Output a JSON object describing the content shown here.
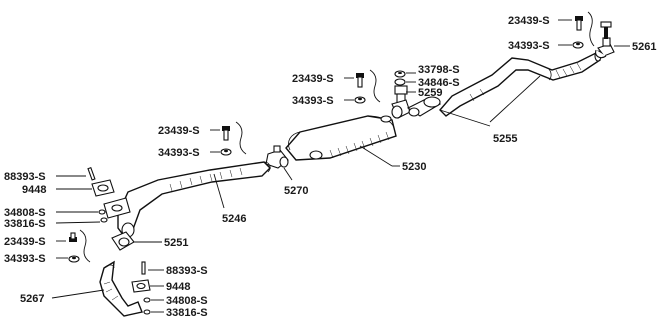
{
  "diagram": {
    "labels": {
      "upper_right_bolt": "23439-S",
      "upper_right_nut": "34393-S",
      "upper_right_clamp": "5261",
      "mid_washer_a": "33798-S",
      "mid_washer_b": "34846-S",
      "mid_bracket": "5259",
      "mid_bolt": "23439-S",
      "mid_nut": "34393-S",
      "tailpipe": "5255",
      "left_bolt": "23439-S",
      "left_nut": "34393-S",
      "muffler": "5230",
      "muffler_clamp": "5270",
      "front_stud": "88393-S",
      "front_gasket": "9448",
      "front_washer": "34808-S",
      "front_nut": "33816-S",
      "front_pipe": "5246",
      "lower_bolt": "23439-S",
      "lower_nut": "34393-S",
      "lower_clamp": "5251",
      "crossover_pipe": "5267",
      "bottom_stud": "88393-S",
      "bottom_gasket": "9448",
      "bottom_washer": "34808-S",
      "bottom_nut": "33816-S"
    }
  }
}
